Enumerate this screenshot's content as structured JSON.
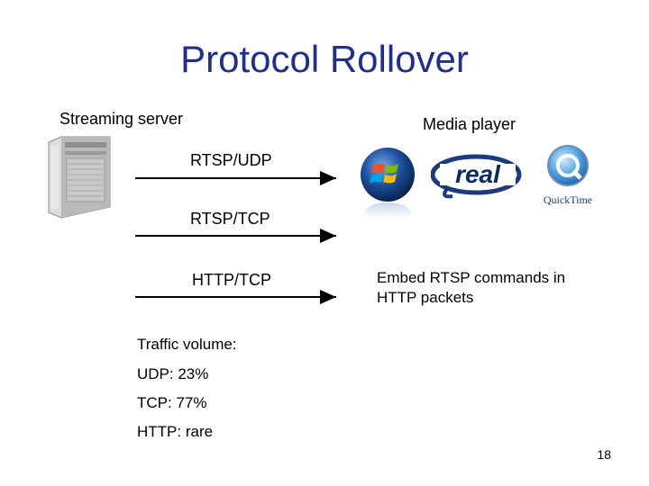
{
  "title": "Protocol Rollover",
  "labels": {
    "server": "Streaming server",
    "player": "Media player"
  },
  "protocols": [
    "RTSP/UDP",
    "RTSP/TCP",
    "HTTP/TCP"
  ],
  "note": {
    "line1": "Embed RTSP commands in",
    "line2": "HTTP packets"
  },
  "traffic": {
    "heading": "Traffic volume:",
    "udp": "UDP:  23%",
    "tcp": "TCP: 77%",
    "http": "HTTP: rare"
  },
  "logos": {
    "real": "real",
    "quicktime": "QuickTime"
  },
  "icons": [
    "server-icon",
    "windows-media-logo",
    "real-player-logo",
    "quicktime-logo"
  ],
  "page_number": "18",
  "colors": {
    "title": "#1f2f8f",
    "arrow": "#000000"
  }
}
